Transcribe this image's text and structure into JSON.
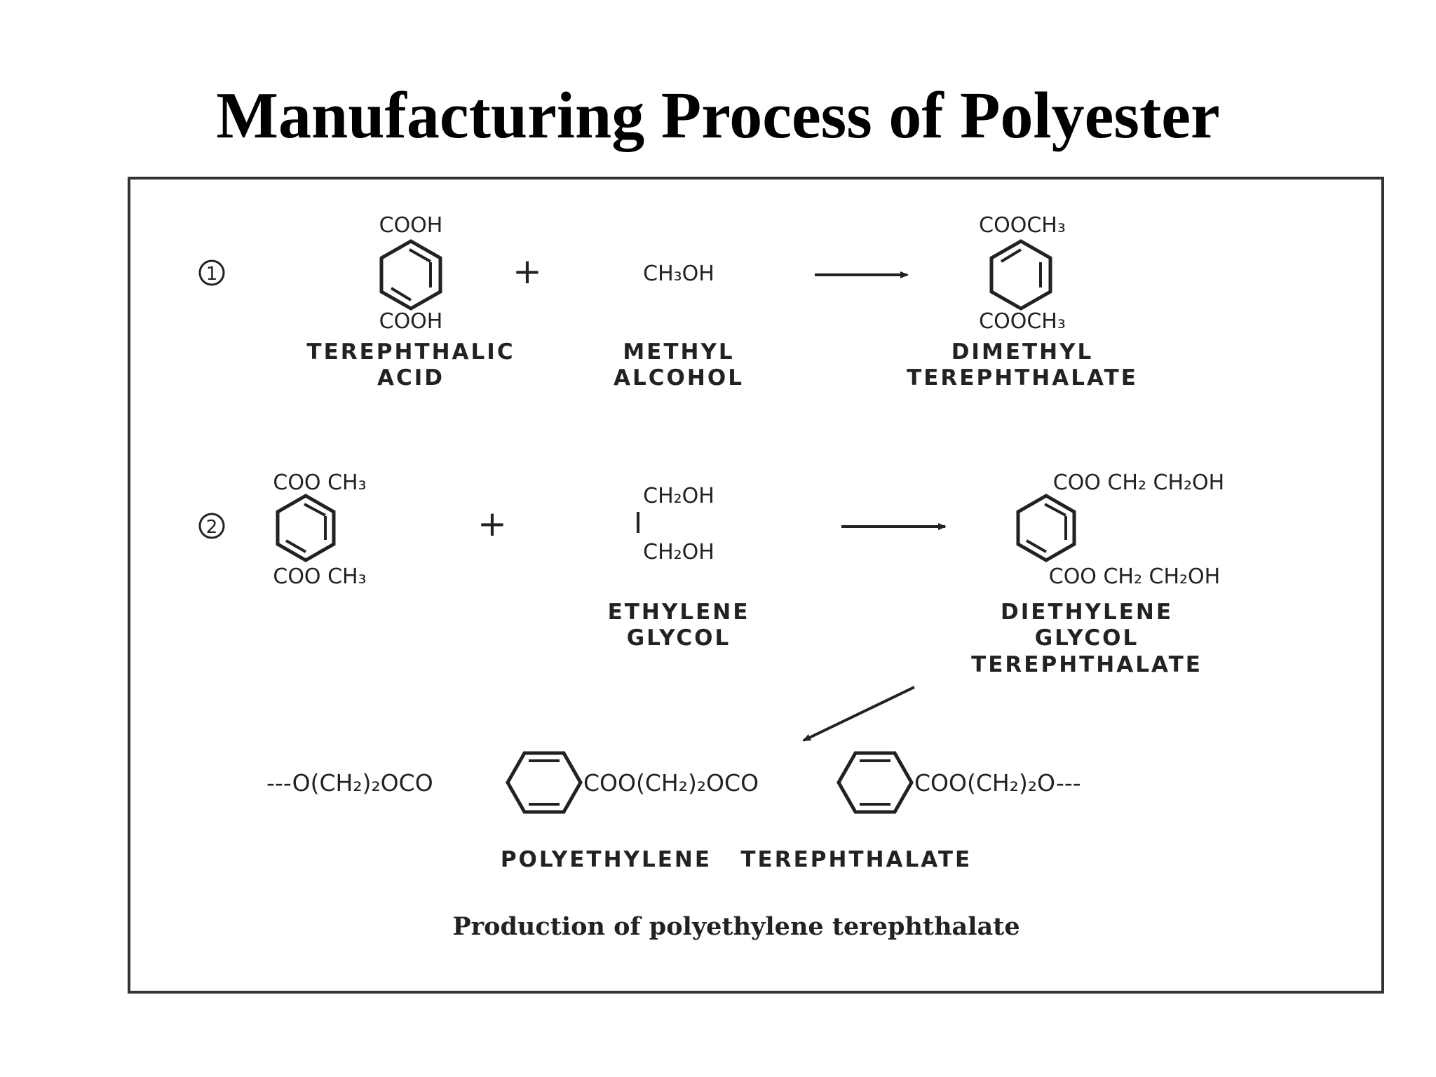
{
  "title": "Manufacturing Process of Polyester",
  "step1": {
    "number": "1",
    "reactant1": {
      "top": "COOH",
      "bottom": "COOH",
      "name_line1": "TEREPHTHALIC",
      "name_line2": "ACID"
    },
    "plus": "+",
    "reactant2": {
      "formula": "CH₃OH",
      "name_line1": "METHYL",
      "name_line2": "ALCOHOL"
    },
    "product": {
      "top": "COOCH₃",
      "bottom": "COOCH₃",
      "name_line1": "DIMETHYL",
      "name_line2": "TEREPHTHALATE"
    }
  },
  "step2": {
    "number": "2",
    "reactant1": {
      "top": "COO CH₃",
      "bottom": "COO CH₃"
    },
    "plus": "+",
    "reactant2": {
      "top": "CH₂OH",
      "bottom": "CH₂OH",
      "name_line1": "ETHYLENE",
      "name_line2": "GLYCOL"
    },
    "product": {
      "top": "COO CH₂ CH₂OH",
      "bottom": "COO CH₂ CH₂OH",
      "name_line1": "DIETHYLENE",
      "name_line2": "GLYCOL",
      "name_line3": "TEREPHTHALATE"
    }
  },
  "polymer": {
    "seg1": "---O(CH₂)₂OCO",
    "seg2": "COO(CH₂)₂OCO",
    "seg3": "COO(CH₂)₂O---",
    "name": "POLYETHYLENE   TEREPHTHALATE"
  },
  "caption": "Production of polyethylene terephthalate"
}
